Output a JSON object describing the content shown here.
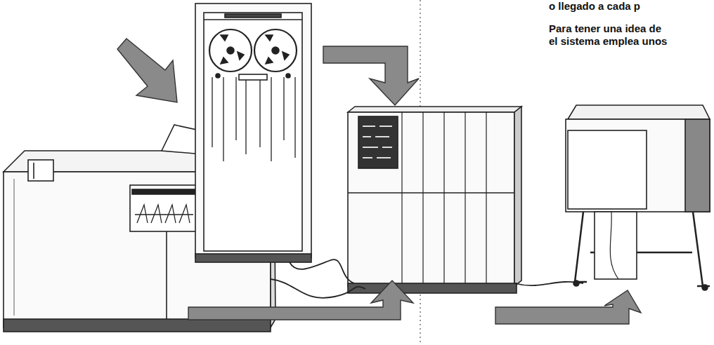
{
  "diagram": {
    "labels": [
      "o llegado a cada p",
      "Para tener una idea de",
      "el sistema emplea unos"
    ]
  }
}
